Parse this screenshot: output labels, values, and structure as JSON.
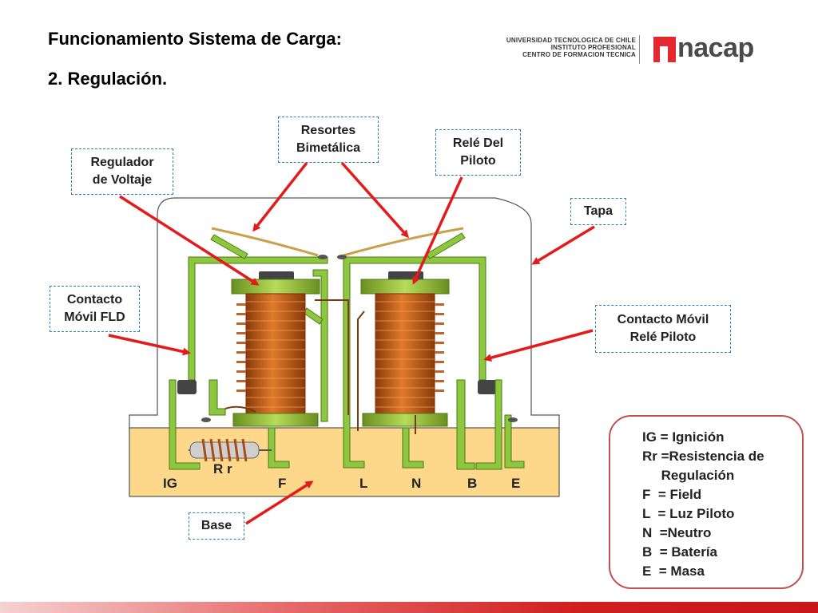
{
  "header": {
    "title_line1": "Funcionamiento Sistema de Carga:",
    "title_line2": "2. Regulación."
  },
  "logo": {
    "line1": "UNIVERSIDAD TECNOLOGICA DE CHILE",
    "line2": "INSTITUTO PROFESIONAL",
    "line3": "CENTRO DE FORMACION TECNICA",
    "brand": "nacap",
    "brand_color": "#e3282f"
  },
  "callouts": {
    "resortes": "Resortes\nBimetálica",
    "rele_piloto": "Relé Del\nPiloto",
    "regulador": "Regulador\nde Voltaje",
    "tapa": "Tapa",
    "contacto_fld": "Contacto\nMóvil FLD",
    "contacto_movil": "Contacto Móvil\nRelé Piloto",
    "base": "Base"
  },
  "pins": {
    "ig": "IG",
    "f": "F",
    "l": "L",
    "n": "N",
    "b": "B",
    "e": "E",
    "rr": "R r"
  },
  "legend": {
    "items": [
      "IG = Ignición",
      "Rr =Resistencia de",
      "     Regulación",
      "F  = Field",
      "L  = Luz Piloto",
      "N  =Neutro",
      "B  = Batería",
      "E  = Masa"
    ],
    "border_color": "#c0504d"
  },
  "colors": {
    "frame": "#8dc63f",
    "coil": "#d2691e",
    "base": "#fdd78a",
    "arrow": "#e31b1b",
    "callout_border": "#2e7fb5"
  }
}
